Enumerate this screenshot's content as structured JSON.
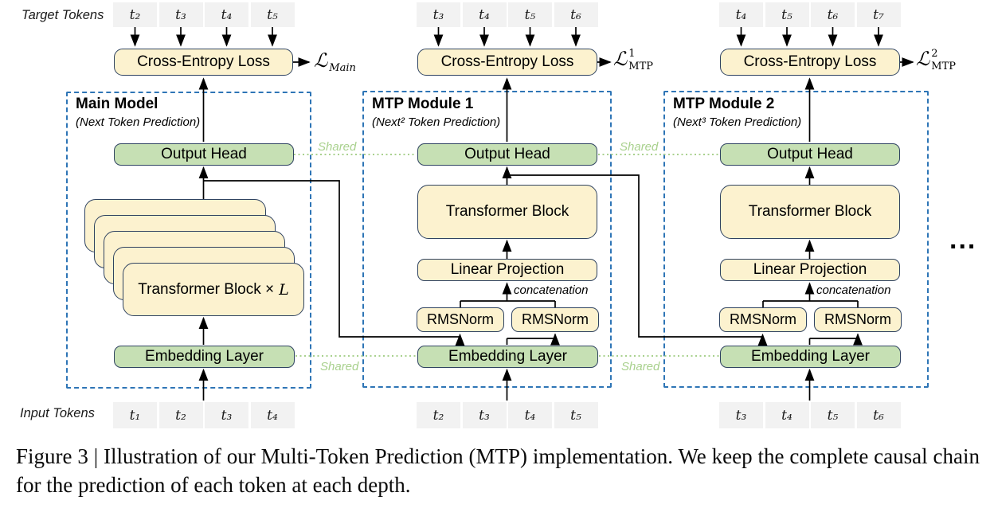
{
  "caption": "Figure 3 | Illustration of our Multi-Token Prediction (MTP) implementation.  We keep the complete causal chain for the prediction of each token at each depth.",
  "labels": {
    "target_tokens": "Target Tokens",
    "input_tokens": "Input Tokens",
    "shared": "Shared",
    "ellipsis": "..."
  },
  "colors": {
    "box_cream": "#FCF2CF",
    "box_green": "#C6E0B4",
    "box_border": "#2F4361",
    "module_border": "#2E75B6",
    "token_bg": "#F2F2F2",
    "shared_green": "#A9D18E"
  },
  "modules": [
    {
      "title": "Main Model",
      "subtitle": "(Next Token Prediction)",
      "target_tokens": [
        "t₂",
        "t₃",
        "t₄",
        "t₅"
      ],
      "input_tokens": [
        "t₁",
        "t₂",
        "t₃",
        "t₄"
      ],
      "cross_entropy": "Cross-Entropy Loss",
      "loss": {
        "symbol": "ℒ",
        "sup": "",
        "sub": "Main"
      },
      "output_head": "Output Head",
      "embedding_layer": "Embedding Layer",
      "transformer_stack_label": "Transformer Block ×",
      "transformer_stack_var": "L"
    },
    {
      "title": "MTP Module 1",
      "subtitle": "(Next² Token Prediction)",
      "target_tokens": [
        "t₃",
        "t₄",
        "t₅",
        "t₆"
      ],
      "input_tokens": [
        "t₂",
        "t₃",
        "t₄",
        "t₅"
      ],
      "cross_entropy": "Cross-Entropy Loss",
      "loss": {
        "symbol": "ℒ",
        "sup": "1",
        "sub": "MTP"
      },
      "output_head": "Output Head",
      "embedding_layer": "Embedding Layer",
      "transformer_block": "Transformer Block",
      "linear_projection": "Linear Projection",
      "rmsnorm_left": "RMSNorm",
      "rmsnorm_right": "RMSNorm",
      "concatenation": "concatenation"
    },
    {
      "title": "MTP Module 2",
      "subtitle": "(Next³ Token Prediction)",
      "target_tokens": [
        "t₄",
        "t₅",
        "t₆",
        "t₇"
      ],
      "input_tokens": [
        "t₃",
        "t₄",
        "t₅",
        "t₆"
      ],
      "cross_entropy": "Cross-Entropy Loss",
      "loss": {
        "symbol": "ℒ",
        "sup": "2",
        "sub": "MTP"
      },
      "output_head": "Output Head",
      "embedding_layer": "Embedding Layer",
      "transformer_block": "Transformer Block",
      "linear_projection": "Linear Projection",
      "rmsnorm_left": "RMSNorm",
      "rmsnorm_right": "RMSNorm",
      "concatenation": "concatenation"
    }
  ]
}
